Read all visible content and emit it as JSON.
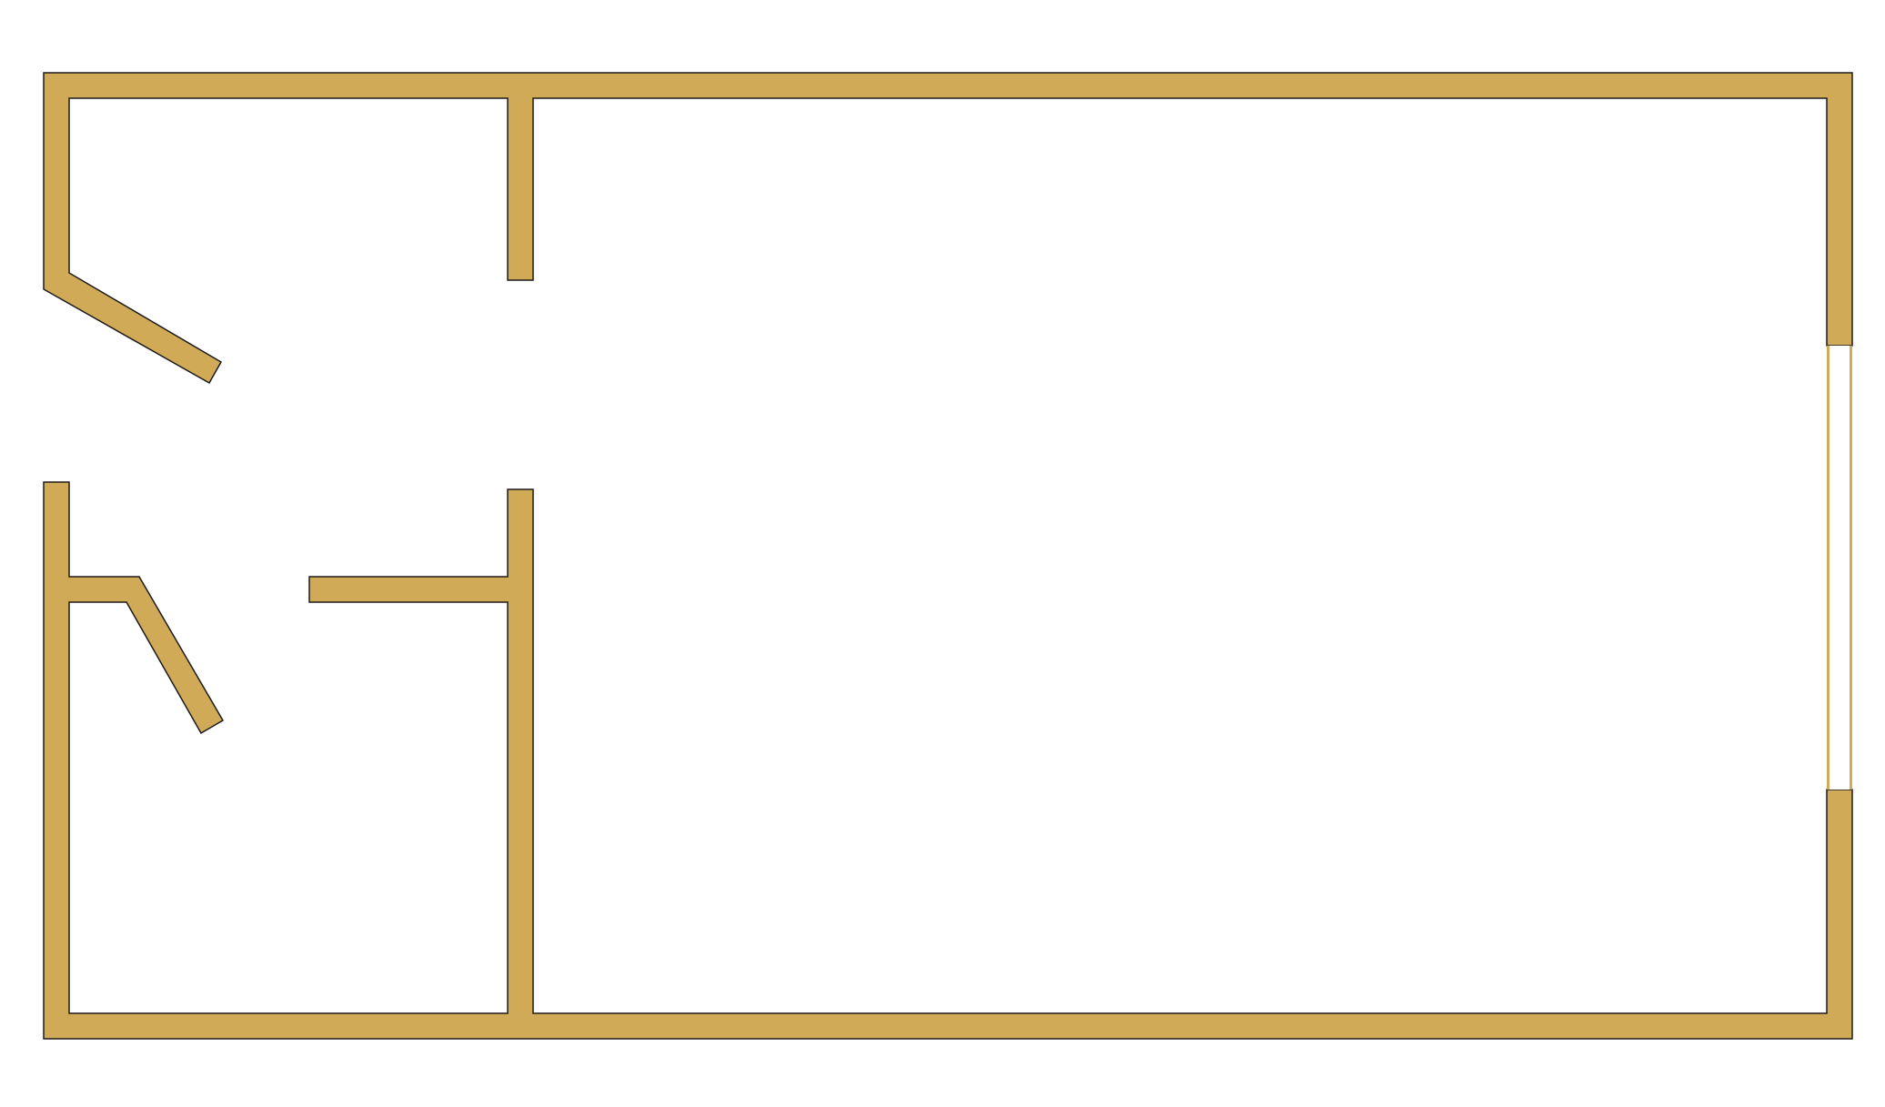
{
  "diagram": {
    "type": "floor-plan",
    "colors": {
      "background": "#ffffff",
      "wall_fill": "#D1AA58",
      "wall_stroke": "#1a1a1a",
      "window_fill": "#ffffff",
      "window_frame": "#D1AA58"
    },
    "elements": [
      "outer-wall",
      "interior-partition-upper",
      "interior-partition-lower",
      "closet-shelf-wall",
      "angled-wall-upper",
      "angled-wall-lower",
      "window"
    ]
  }
}
